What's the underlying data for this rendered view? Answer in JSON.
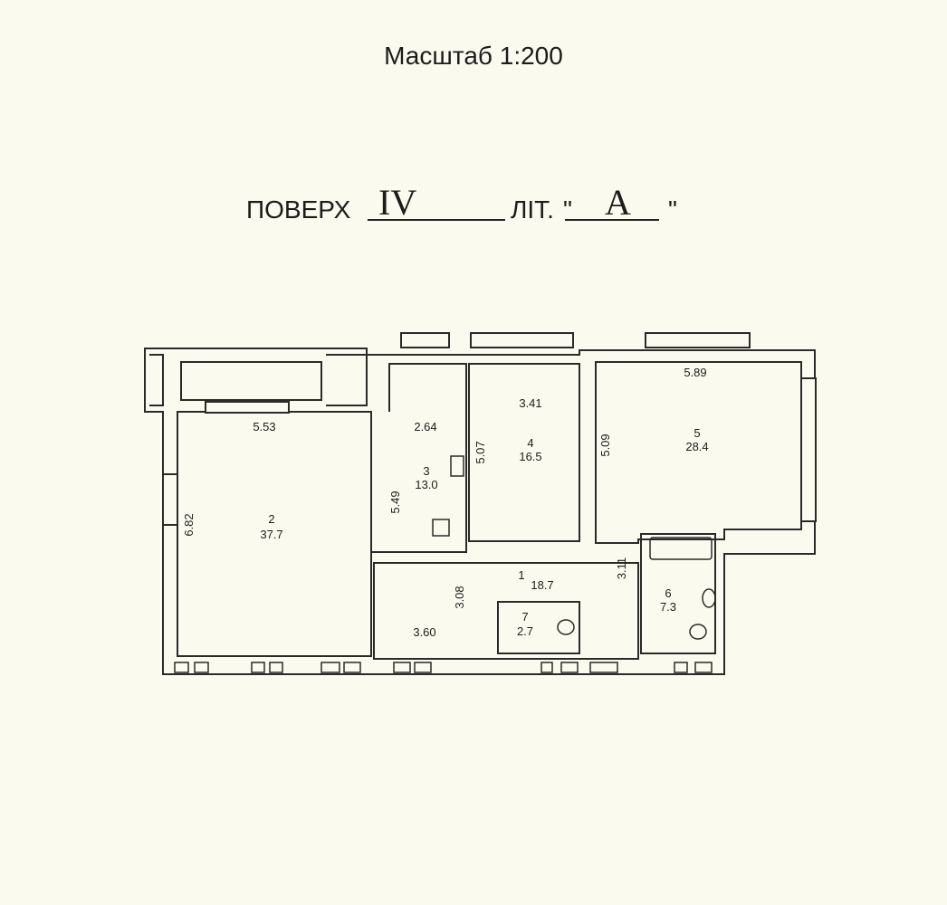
{
  "header": {
    "scale": "Масштаб 1:200"
  },
  "floor": {
    "floor_label": "ПОВЕРХ",
    "floor_value": "IV",
    "lit_label": "ЛІТ.",
    "quote_open": "\"",
    "lit_value": "A",
    "quote_close": "\""
  },
  "plan": {
    "rooms": [
      {
        "number": "1",
        "area": "18.7"
      },
      {
        "number": "2",
        "area": "37.7"
      },
      {
        "number": "3",
        "area": "13.0"
      },
      {
        "number": "4",
        "area": "16.5"
      },
      {
        "number": "5",
        "area": "28.4"
      },
      {
        "number": "6",
        "area": "7.3"
      },
      {
        "number": "7",
        "area": "2.7"
      }
    ],
    "dimensions": [
      "5.53",
      "6.82",
      "2.64",
      "5.49",
      "3.41",
      "5.07",
      "5.89",
      "5.09",
      "3.08",
      "3.60",
      "3.11"
    ]
  }
}
